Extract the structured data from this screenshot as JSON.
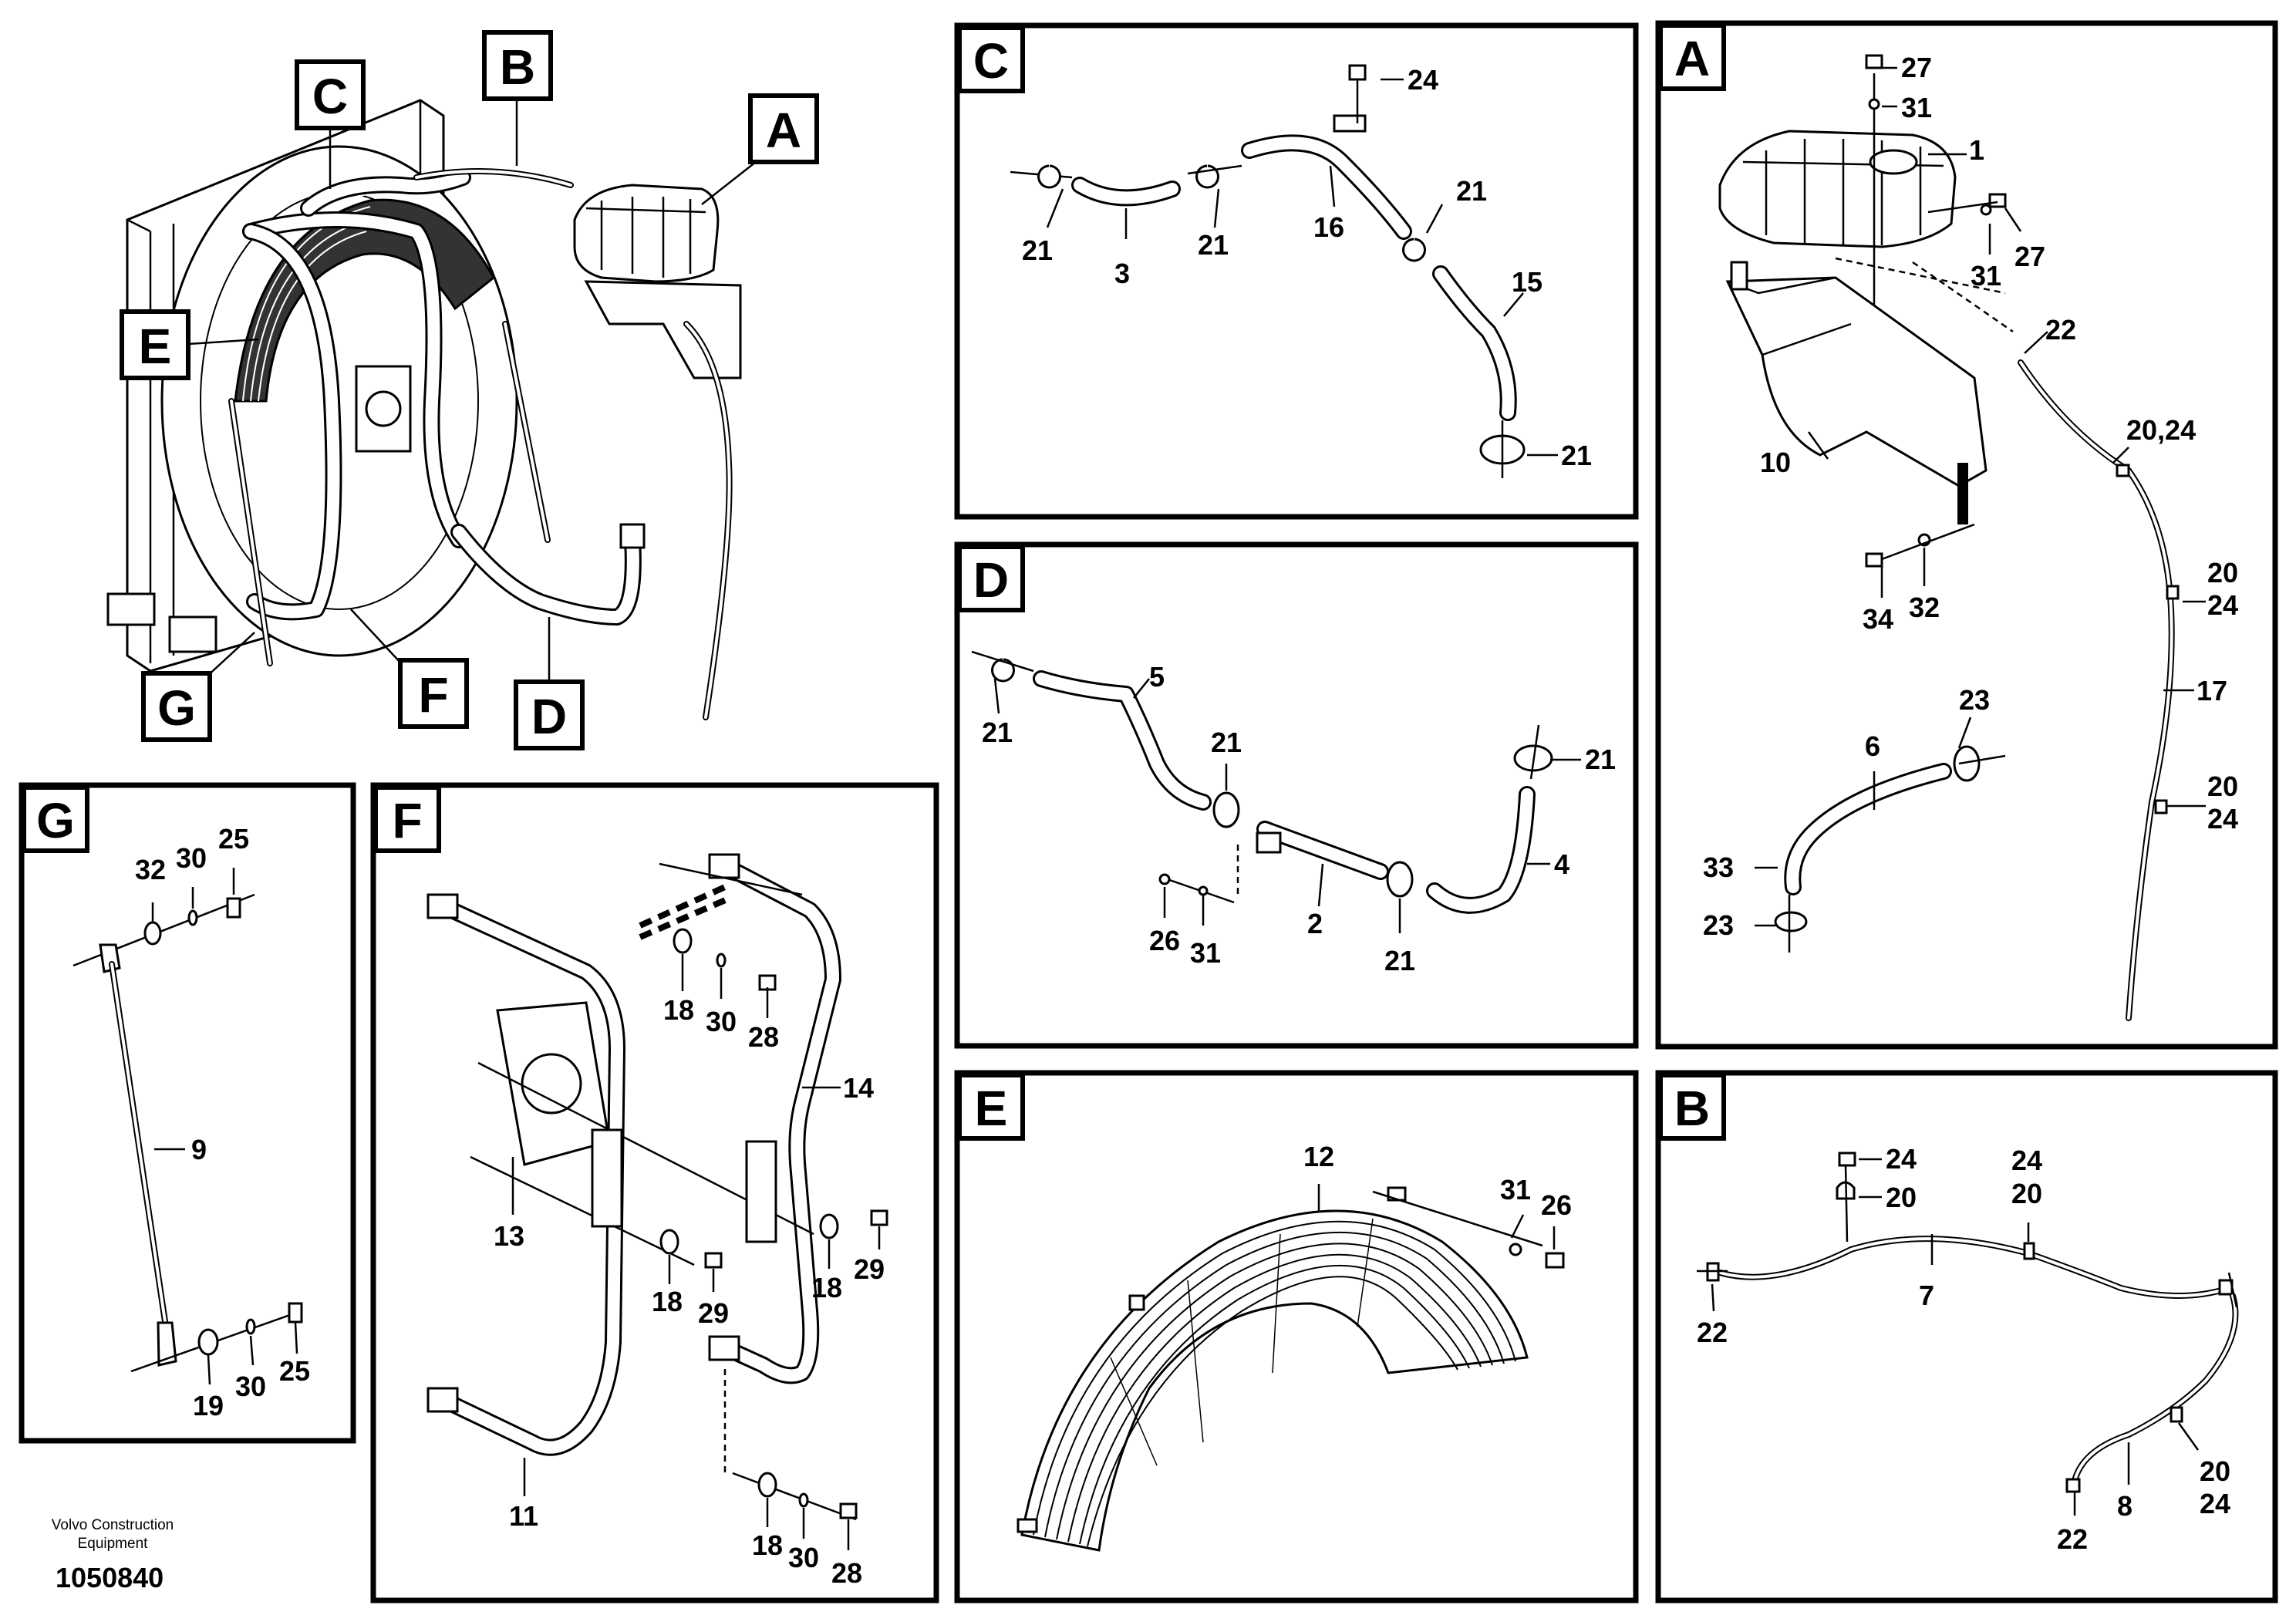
{
  "overview": {
    "callouts": [
      "A",
      "B",
      "C",
      "D",
      "E",
      "F",
      "G"
    ]
  },
  "panels": {
    "A": {
      "letter": "A",
      "labels": [
        "27",
        "31",
        "1",
        "31",
        "27",
        "22",
        "20,24",
        "10",
        "20",
        "24",
        "34",
        "32",
        "17",
        "23",
        "6",
        "33",
        "23",
        "20",
        "24"
      ]
    },
    "B": {
      "letter": "B",
      "labels": [
        "24",
        "20",
        "24",
        "20",
        "22",
        "7",
        "20",
        "24",
        "22",
        "8"
      ]
    },
    "C": {
      "letter": "C",
      "labels": [
        "24",
        "21",
        "21",
        "3",
        "16",
        "21",
        "15",
        "21"
      ]
    },
    "D": {
      "letter": "D",
      "labels": [
        "5",
        "21",
        "21",
        "21",
        "2",
        "4",
        "26",
        "31",
        "21"
      ]
    },
    "E": {
      "letter": "E",
      "labels": [
        "12",
        "31",
        "26"
      ]
    },
    "F": {
      "letter": "F",
      "labels": [
        "18",
        "30",
        "28",
        "14",
        "13",
        "18",
        "29",
        "18",
        "29",
        "11",
        "18",
        "30",
        "28"
      ]
    },
    "G": {
      "letter": "G",
      "labels": [
        "32",
        "30",
        "25",
        "9",
        "19",
        "30",
        "25"
      ]
    }
  },
  "footer": {
    "brand_line1": "Volvo Construction",
    "brand_line2": "Equipment",
    "drawing_id": "1050840"
  }
}
